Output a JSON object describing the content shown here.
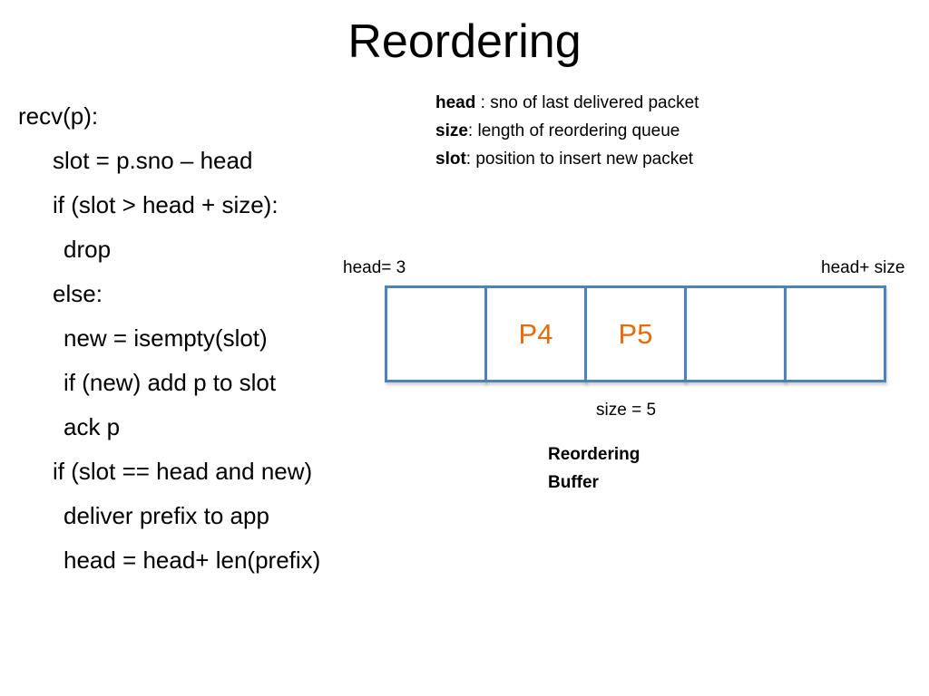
{
  "title": "Reordering",
  "code": [
    {
      "indent": 0,
      "text": "recv(p):"
    },
    {
      "indent": 1,
      "text": "slot = p.sno – head"
    },
    {
      "indent": 1,
      "text": "if (slot > head + size):"
    },
    {
      "indent": 2,
      "text": "drop"
    },
    {
      "indent": 1,
      "text": "else:"
    },
    {
      "indent": 2,
      "text": "new = isempty(slot)"
    },
    {
      "indent": 2,
      "text": "if (new) add p to slot"
    },
    {
      "indent": 2,
      "text": "ack p"
    },
    {
      "indent": 1,
      "text": "if (slot == head and new)"
    },
    {
      "indent": 2,
      "text": "deliver prefix to app"
    },
    {
      "indent": 2,
      "text": "head = head+ len(prefix)"
    }
  ],
  "legend": [
    {
      "term": "head",
      "desc": " : sno of last delivered packet"
    },
    {
      "term": "size",
      "desc": ": length of reordering queue"
    },
    {
      "term": "slot",
      "desc": ": position to insert new packet"
    }
  ],
  "diagram": {
    "head_label": "head= 3",
    "end_label": "head+ size",
    "size_label": "size = 5",
    "buffer_title_line1": "Reordering",
    "buffer_title_line2": "Buffer",
    "slots": [
      "",
      "P4",
      "P5",
      "",
      ""
    ],
    "colors": {
      "slot_border": "#4f81bd",
      "packet_text": "#e46c0a"
    }
  }
}
